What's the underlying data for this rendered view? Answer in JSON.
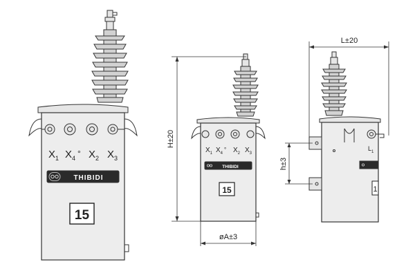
{
  "drawing": {
    "terminal_labels": {
      "x1_base": "X",
      "x1_sub": "1",
      "x4_base": "X",
      "x4_sub": "4",
      "x4_mark": "°",
      "x2_base": "X",
      "x2_sub": "2",
      "x3_base": "X",
      "x3_sub": "3",
      "side_base": "L",
      "side_sub": "1"
    },
    "brand": "THIBIDI",
    "unit_number": "15",
    "side_plate_text": "1",
    "dimensions": {
      "height": "H±20",
      "diameter": "øA±3",
      "length": "L±20",
      "bracket": "h±3"
    }
  }
}
